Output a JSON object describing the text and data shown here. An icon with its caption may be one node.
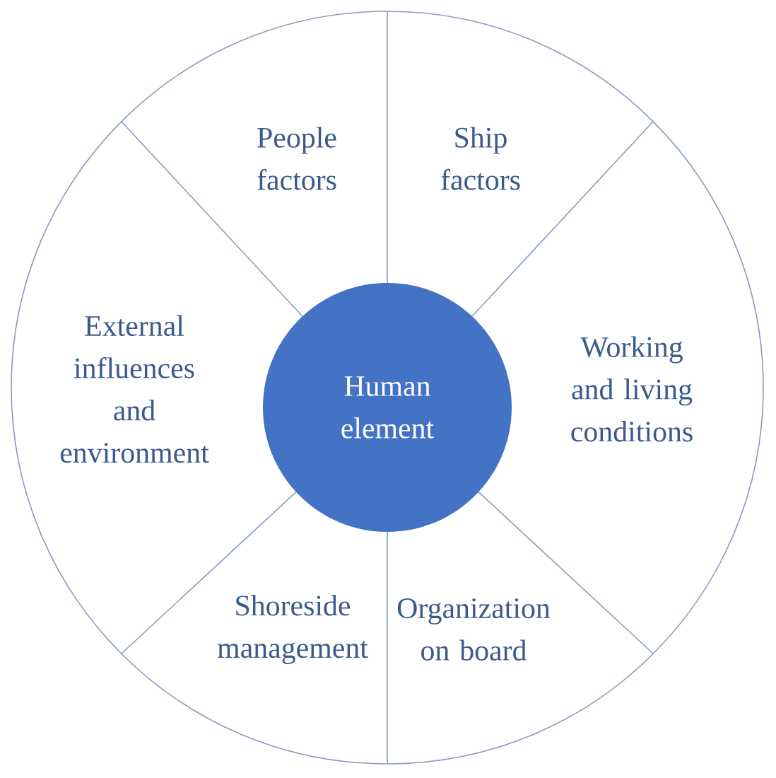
{
  "diagram": {
    "nodes": [
      {
        "text": [
          "People factors"
        ]
      },
      {
        "text": [
          "Ship factors"
        ]
      },
      {
        "text": [
          "External influences and environment"
        ]
      },
      {
        "text": [
          "Human element"
        ]
      },
      {
        "text": [
          "Working and living conditions"
        ]
      },
      {
        "text": [
          "Shoreside management"
        ]
      },
      {
        "text": [
          "Organization on board"
        ]
      }
    ]
  }
}
